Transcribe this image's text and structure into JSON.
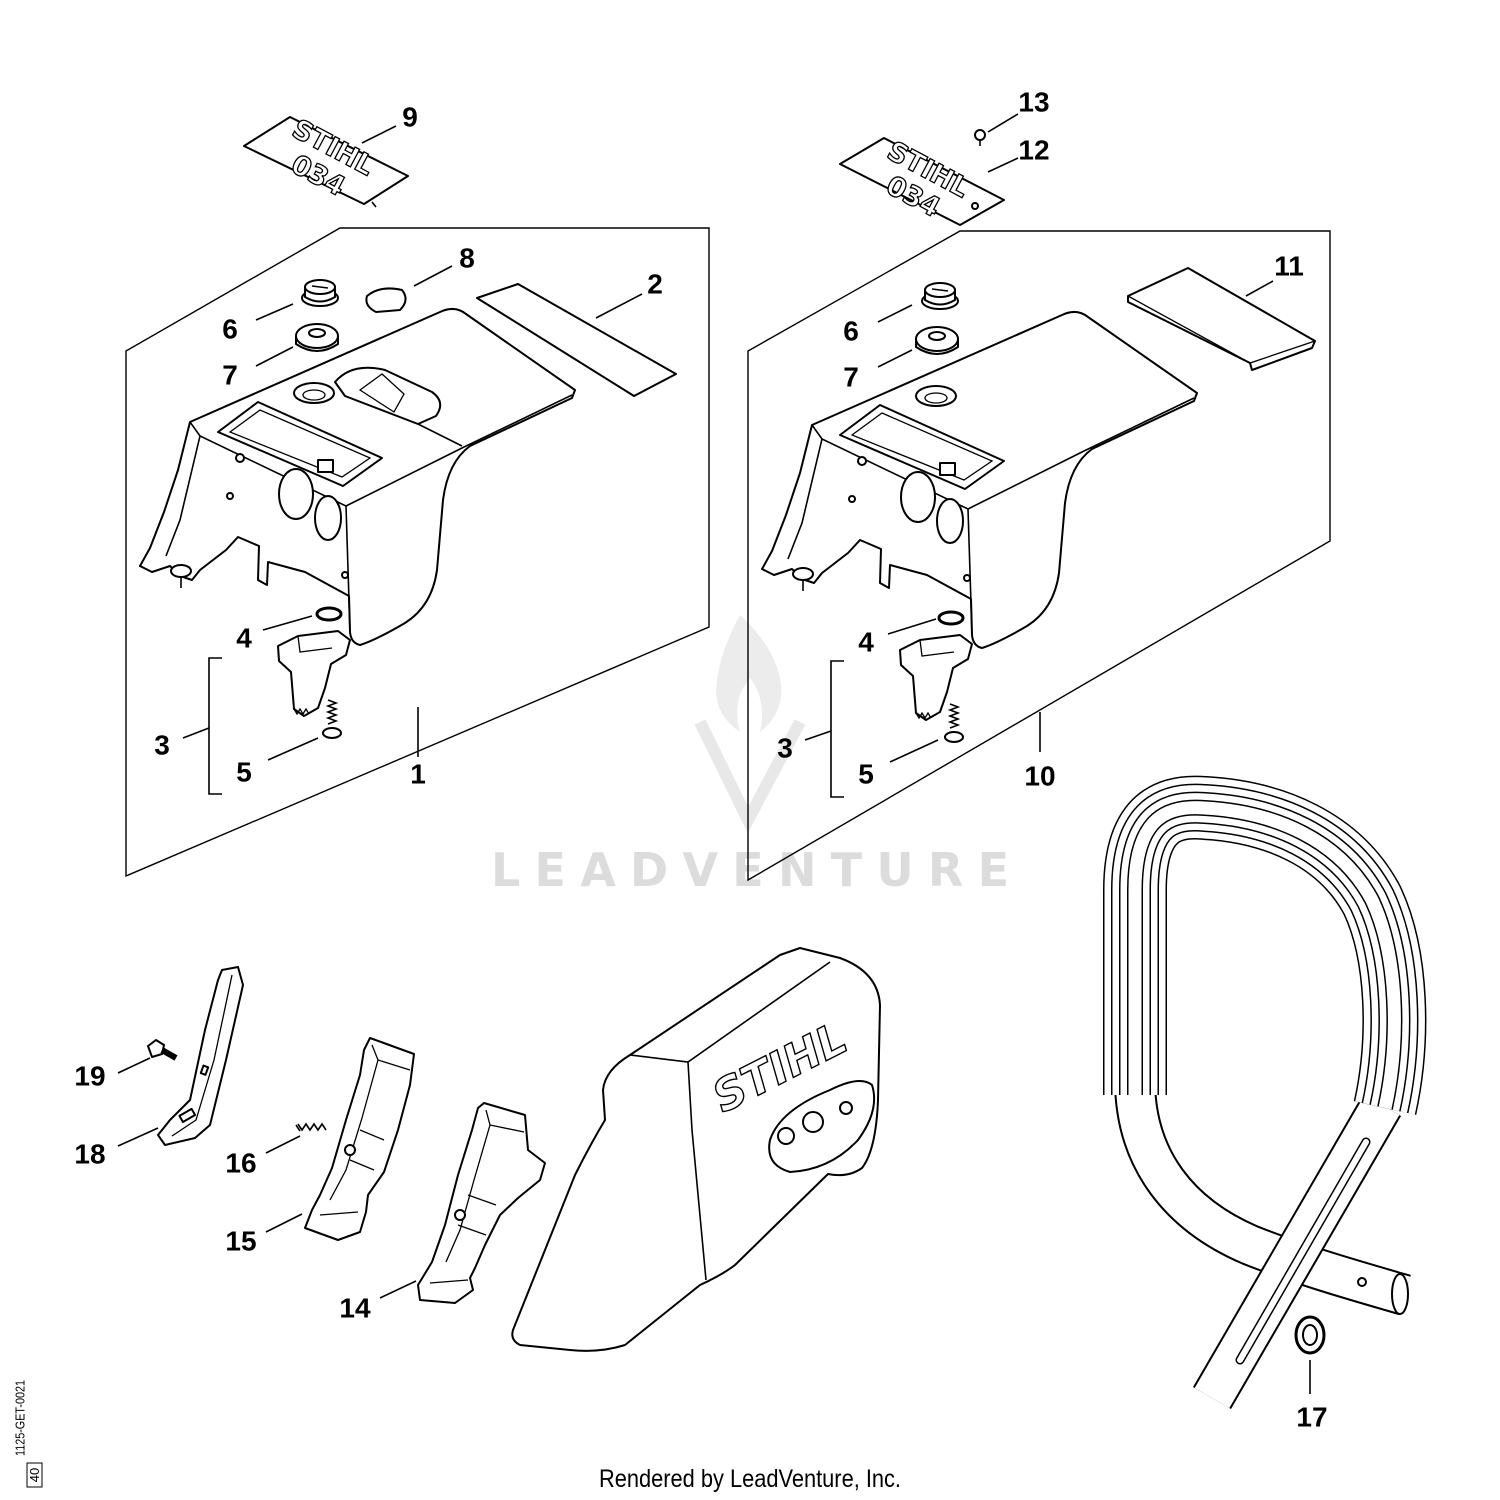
{
  "callouts": {
    "left_shroud": {
      "p1": "1",
      "p2": "2",
      "p3": "3",
      "p4": "4",
      "p5": "5",
      "p6": "6",
      "p7": "7",
      "p8": "8",
      "p9": "9"
    },
    "right_shroud": {
      "p3": "3",
      "p4": "4",
      "p5": "5",
      "p6": "6",
      "p7": "7",
      "p10": "10",
      "p11": "11",
      "p12": "12",
      "p13": "13"
    },
    "lower": {
      "p14": "14",
      "p15": "15",
      "p16": "16",
      "p17": "17",
      "p18": "18",
      "p19": "19"
    }
  },
  "model_plate": {
    "brand": "STIHL",
    "model": "034"
  },
  "sprocket_cover": {
    "brand": "STIHL"
  },
  "watermark": {
    "text": "LEADVENTURE"
  },
  "footer": {
    "text": "Rendered by LeadVenture, Inc."
  },
  "drawing_ref": {
    "id": "1125-GET-0021",
    "page": "40"
  },
  "colors": {
    "line": "#000000",
    "watermark": "#dcdcdc",
    "background": "#ffffff"
  }
}
